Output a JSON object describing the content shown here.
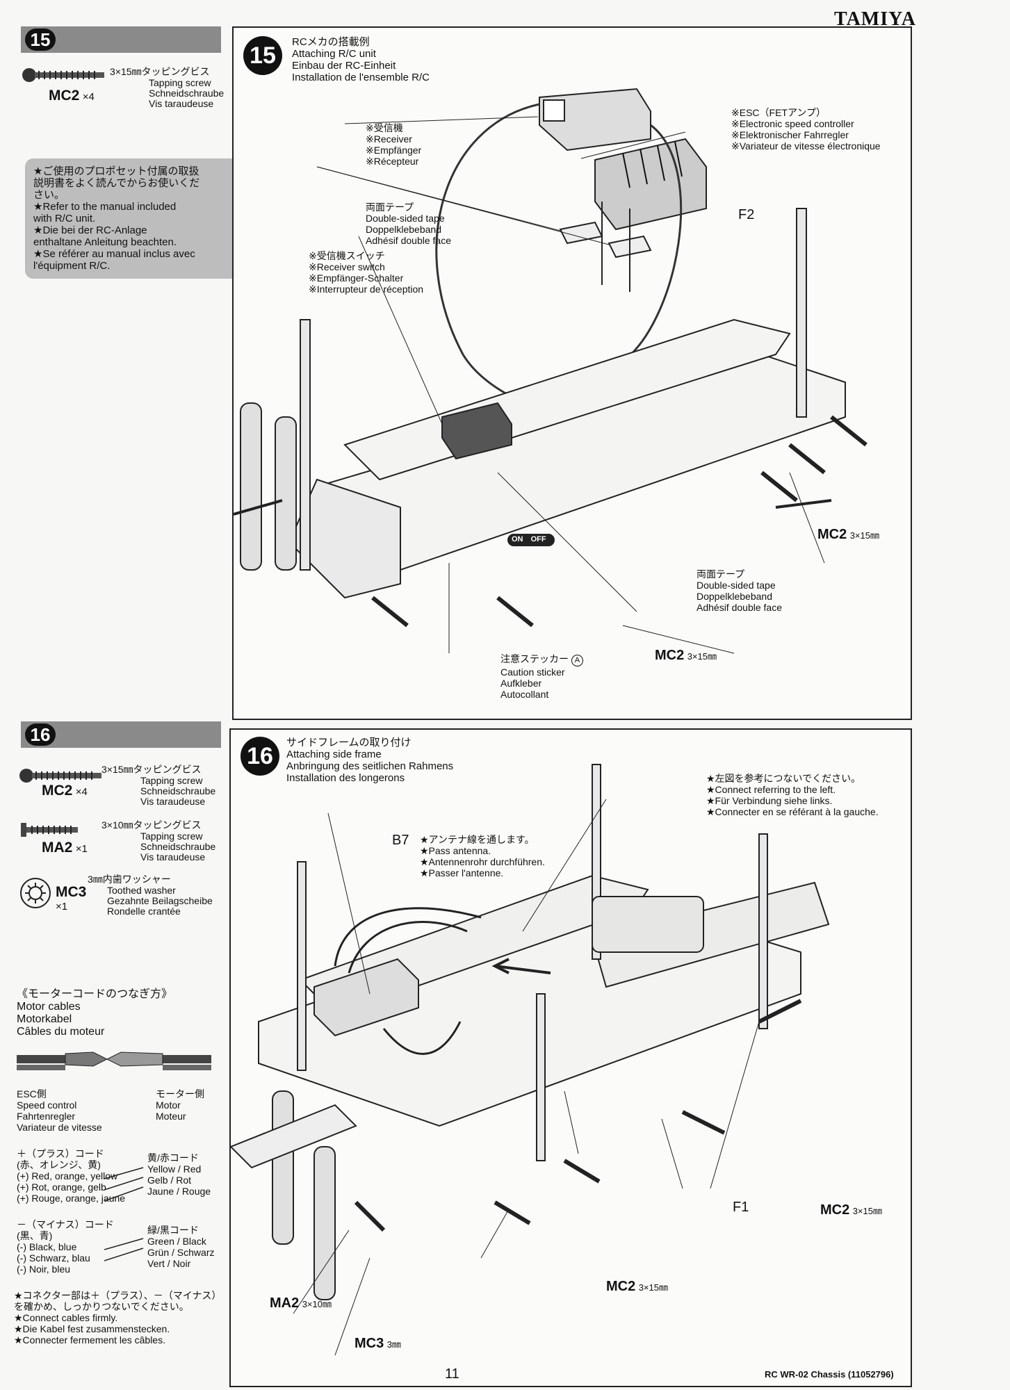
{
  "brand": "TAMIYA",
  "page": {
    "number": "11",
    "footer": "RC WR-02 Chassis (11052796)"
  },
  "step15": {
    "number": "15",
    "parts": {
      "mc2": {
        "dim": "3×15㎜タッピングビス",
        "lines": [
          "Tapping screw",
          "Schneidschraube",
          "Vis taraudeuse"
        ],
        "code": "MC2",
        "qty": "×4"
      }
    },
    "note": [
      "★ご使用のプロポセット付属の取扱",
      "説明書をよく読んでからお使いくだ",
      "さい。",
      "★Refer to the manual included",
      "with R/C unit.",
      "★Die bei der RC-Anlage",
      "enthaltane Anleitung beachten.",
      "★Se référer au manual inclus avec",
      "l'équipment R/C."
    ],
    "diagram": {
      "title": [
        "RCメカの搭載例",
        "Attaching R/C unit",
        "Einbau der RC-Einheit",
        "Installation de l'ensemble R/C"
      ],
      "receiver": [
        "※受信機",
        "※Receiver",
        "※Empfänger",
        "※Récepteur"
      ],
      "esc": [
        "※ESC（FETアンプ）",
        "※Electronic speed controller",
        "※Elektronischer Fahrregler",
        "※Variateur de vitesse électronique"
      ],
      "tape1": [
        "両面テープ",
        "Double-sided tape",
        "Doppelklebeband",
        "Adhésif double face"
      ],
      "switch": [
        "※受信機スイッチ",
        "※Receiver switch",
        "※Empfänger-Schalter",
        "※Interrupteur de réception"
      ],
      "f2": "F2",
      "tape2": [
        "両面テープ",
        "Double-sided tape",
        "Doppelklebeband",
        "Adhésif double face"
      ],
      "sticker": [
        "注意ステッカー",
        "Caution sticker",
        "Aufkleber",
        "Autocollant"
      ],
      "sticker_mark": "A",
      "switch_on": "ON",
      "switch_off": "OFF",
      "mc2_right": {
        "code": "MC2",
        "dim": "3×15㎜"
      },
      "mc2_bottom": {
        "code": "MC2",
        "dim": "3×15㎜"
      }
    }
  },
  "step16": {
    "number": "16",
    "parts": {
      "mc2": {
        "dim": "3×15㎜タッピングビス",
        "lines": [
          "Tapping screw",
          "Schneidschraube",
          "Vis taraudeuse"
        ],
        "code": "MC2",
        "qty": "×4"
      },
      "ma2": {
        "dim": "3×10㎜タッピングビス",
        "lines": [
          "Tapping screw",
          "Schneidschraube",
          "Vis taraudeuse"
        ],
        "code": "MA2",
        "qty": "×1"
      },
      "mc3": {
        "dim": "3㎜内歯ワッシャー",
        "lines": [
          "Toothed washer",
          "Gezahnte Beilagscheibe",
          "Rondelle crantée"
        ],
        "code": "MC3",
        "qty": "×1"
      }
    },
    "motor": {
      "heading": [
        "《モーターコードのつなぎ方》",
        "Motor cables",
        "Motorkabel",
        "Câbles du moteur"
      ],
      "esc_side": [
        "ESC側",
        "Speed control",
        "Fahrtenregler",
        "Variateur de vitesse"
      ],
      "motor_side": [
        "モーター側",
        "Motor",
        "Moteur"
      ],
      "plus": [
        "＋（プラス）コード",
        "(赤、オレンジ、黄)",
        "(+) Red, orange, yellow",
        "(+) Rot, orange, gelb",
        "(+) Rouge, orange, jaune"
      ],
      "plus_motor": [
        "黄/赤コード",
        "Yellow / Red",
        "Gelb / Rot",
        "Jaune / Rouge"
      ],
      "minus": [
        "－（マイナス）コード",
        "(黒、青)",
        "(-) Black, blue",
        "(-) Schwarz, blau",
        "(-) Noir, bleu"
      ],
      "minus_motor": [
        "緑/黒コード",
        "Green / Black",
        "Grün / Schwarz",
        "Vert / Noir"
      ],
      "connect": [
        "★コネクター部は＋（プラス）、－（マイナス）",
        "を確かめ、しっかりつないでください。",
        "★Connect cables firmly.",
        "★Die Kabel fest zusammenstecken.",
        "★Connecter fermement les câbles."
      ]
    },
    "diagram": {
      "title": [
        "サイドフレームの取り付け",
        "Attaching side frame",
        "Anbringung des seitlichen Rahmens",
        "Installation des longerons"
      ],
      "connect_note": [
        "★左図を参考につないでください。",
        "★Connect referring to the left.",
        "★Für Verbindung siehe links.",
        "★Connecter en se référant à la gauche."
      ],
      "b7": "B7",
      "antenna": [
        "★アンテナ線を通します。",
        "★Pass antenna.",
        "★Antennenrohr durchführen.",
        "★Passer l'antenne."
      ],
      "f1": "F1",
      "mc2_right": {
        "code": "MC2",
        "dim": "3×15㎜"
      },
      "mc2_bottom": {
        "code": "MC2",
        "dim": "3×15㎜"
      },
      "ma2": {
        "code": "MA2",
        "dim": "3×10㎜"
      },
      "mc3": {
        "code": "MC3",
        "dim": "3㎜"
      }
    }
  }
}
